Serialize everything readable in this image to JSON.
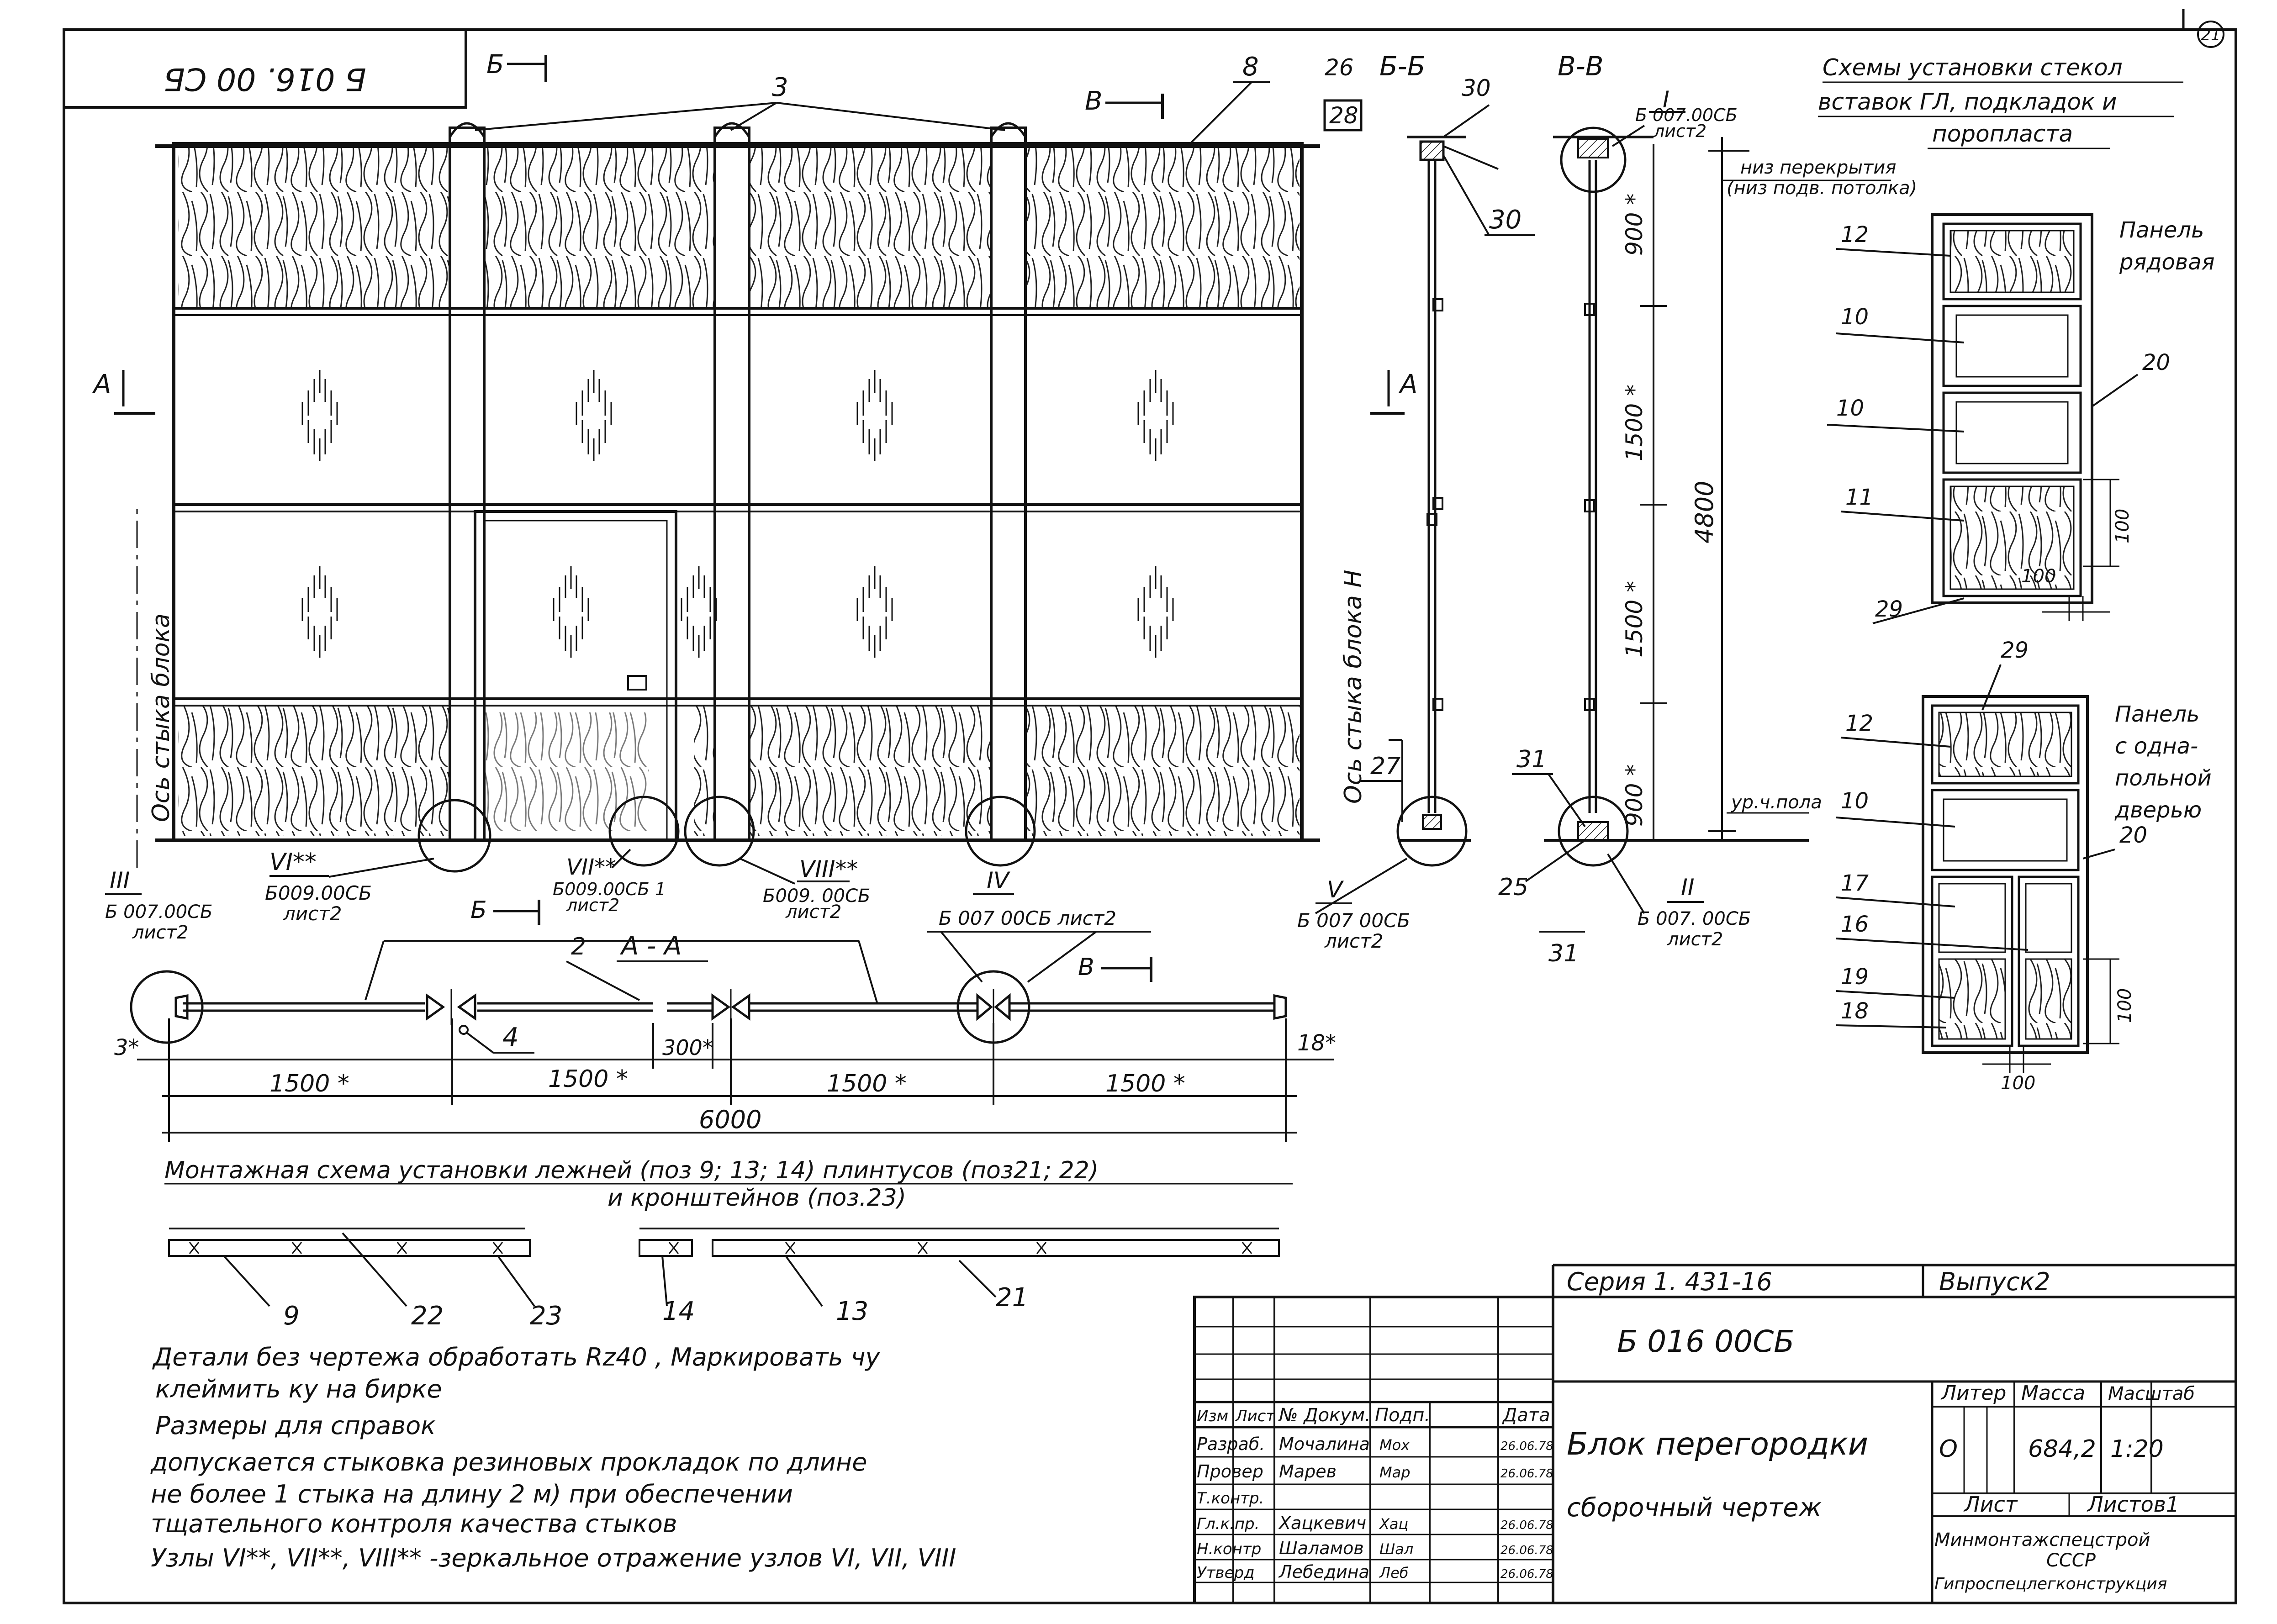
{
  "page_number": "21",
  "stamp_code": "Б 016. 00 СБ",
  "callouts": {
    "section_b": "Б",
    "section_v": "В",
    "section_a": "А",
    "n3": "3",
    "n8": "8",
    "n26": "26",
    "n28": "28",
    "n30": "30",
    "n30b": "30",
    "n27": "27",
    "n31": "31",
    "n31b": "31",
    "n25": "25",
    "n2": "2",
    "n4": "4",
    "n12": "12",
    "n10": "10",
    "n10b": "10",
    "n11": "11",
    "n20": "20",
    "n29": "29",
    "n12b": "12",
    "n10c": "10",
    "n17": "17",
    "n16": "16",
    "n19": "19",
    "n18": "18",
    "n20b": "20",
    "n29b": "29"
  },
  "section_titles": {
    "bb": "Б-Б",
    "vv": "В-В",
    "aa": "А - А"
  },
  "axis_label_left": "Ось стыка блока",
  "axis_label_right": "Ось стыка блока Н",
  "ceiling_note": [
    "низ перекрытия",
    "(низ подв. потолка)"
  ],
  "floor_note": "ур.ч.пола",
  "nodes": {
    "I": {
      "num": "I",
      "ref": [
        "Б 007.00СБ",
        "лист2"
      ]
    },
    "II": {
      "num": "II",
      "ref": [
        "Б 007. 00СБ",
        "лист2"
      ]
    },
    "III": {
      "num": "III",
      "ref": [
        "Б 007.00СБ",
        "лист2"
      ]
    },
    "IV": {
      "num": "IV",
      "ref": [
        "Б 007 00СБ лист2"
      ]
    },
    "V": {
      "num": "V",
      "ref": [
        "Б 007 00СБ",
        "лист2"
      ]
    },
    "VI": {
      "num": "VI**",
      "ref": [
        "Б009.00СБ",
        "лист2"
      ]
    },
    "VII": {
      "num": "VII**",
      "ref": [
        "Б009.00СБ 1",
        "лист2"
      ]
    },
    "VIII": {
      "num": "VIII**",
      "ref": [
        "Б009. 00СБ",
        "лист2"
      ]
    }
  },
  "dimensions": {
    "vertical": [
      "900 *",
      "1500 *",
      "1500 *",
      "900 *",
      "4800"
    ],
    "plan": [
      "3*",
      "1500 *",
      "1500 *",
      "1500 *",
      "1500 *",
      "300*",
      "18*",
      "6000"
    ],
    "panel": [
      "100",
      "100",
      "100",
      "100"
    ]
  },
  "glass_scheme_title": [
    "Схемы установки стекол",
    "вставок ГЛ, подкладок и",
    "поропласта"
  ],
  "panel_labels": {
    "row": [
      "Панель",
      "рядовая"
    ],
    "door": [
      "Панель",
      "с одна-",
      "польной",
      "дверью"
    ]
  },
  "mounting_title": [
    "Монтажная схема установки лежней (поз 9; 13; 14) плинтусов (поз21; 22)",
    "и кронштейнов (поз.23)"
  ],
  "mounting_callouts": [
    "9",
    "22",
    "23",
    "14",
    "13",
    "21"
  ],
  "notes": [
    "Детали без чертежа обработать Rz40 , Маркировать чу",
    "клеймить ку на бирке",
    "Размеры для справок",
    "допускается стыковка резиновых прокладок по длине",
    "не более 1 стыка на длину 2 м) при обеспечении",
    "тщательного контроля качества стыков",
    "Узлы VI**, VII**, VIII** -зеркальное отражение узлов VI, VII, VIII"
  ],
  "title_block": {
    "series": "Серия 1. 431-16",
    "issue": "Выпуск2",
    "designation": "Б 016 00СБ",
    "title_line1": "Блок перегородки",
    "title_line2": "сборочный чертеж",
    "col_headers": [
      "Изм",
      "Лист",
      "№ Докум.",
      "Подп.",
      "Дата"
    ],
    "roles": [
      {
        "role": "Разраб.",
        "name": "Мочалина",
        "sign": "Мох",
        "date": "26.06.78"
      },
      {
        "role": "Провер",
        "name": "Марев",
        "sign": "Мар",
        "date": "26.06.78"
      },
      {
        "role": "Т.контр.",
        "name": "",
        "sign": "",
        "date": ""
      },
      {
        "role": "Гл.к.пр.",
        "name": "Хацкевич",
        "sign": "Хац",
        "date": "26.06.78"
      },
      {
        "role": "Н.контр",
        "name": "Шаламов",
        "sign": "Шал",
        "date": "26.06.78"
      },
      {
        "role": "Утверд",
        "name": "Лебедина",
        "sign": "Леб",
        "date": "26.06.78"
      }
    ],
    "liter_header": "Литер",
    "mass_header": "Масса",
    "scale_header": "Масштаб",
    "liter": "О",
    "mass": "684,2",
    "scale": "1:20",
    "sheet": "Лист",
    "sheets": "Листов1",
    "org1": "Минмонтажспецстрой",
    "org2": "СССР",
    "org3": "Гипроспецлегконструкция"
  }
}
